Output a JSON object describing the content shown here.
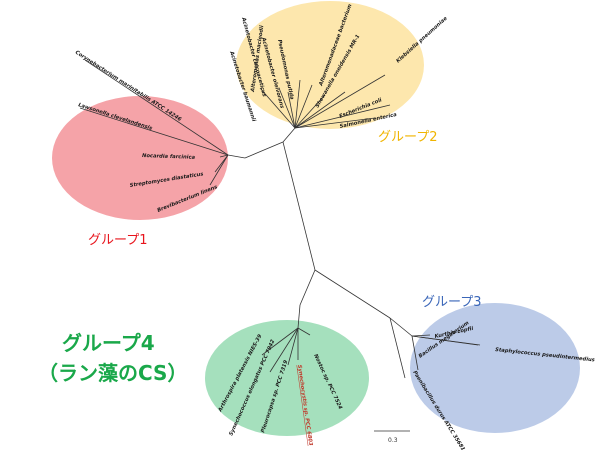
{
  "groups": {
    "g1": {
      "label": "グループ1",
      "color": "#e8141c",
      "fill": "#f5a3a8"
    },
    "g2": {
      "label": "グループ2",
      "color": "#f0b400",
      "fill": "#fde7ad"
    },
    "g3": {
      "label": "グループ3",
      "color": "#3a66b8",
      "fill": "#bccbe8"
    },
    "g4": {
      "label_line1": "グループ4",
      "label_line2": "（ラン藻のCS）",
      "color": "#1aa84a",
      "fill": "#a5e0bd"
    }
  },
  "leaves": {
    "corynebacterium": "Corynebacterium marinitabilis ATCC 14246",
    "lawsonella": "Lawsonella clevelandensis",
    "nocardia": "Nocardia farcinica",
    "streptomyces": "Streptomyces diastaticus",
    "brevibacterium": "Brevibacterium linens",
    "acinetobacter_calco": "Acinetobacter calcoaceticus",
    "acinetobacter_baumannii": "Acinetobacter baumannii",
    "acinetobacter_oleivorans": "Acinetobacter oleivorans",
    "pseudomonas": "Pseudomonas putida",
    "alteromonas": "Alteromonas macleodii",
    "alteromonadaceae": "Alteromonadaceae bacterium",
    "shewanella": "Shewanella oneidensis MR-1",
    "klebsiella": "Klebsiella pneumoniae",
    "escherichia": "Escherichia coli",
    "salmonella": "Salmonella enterica",
    "staphylococcus": "Staphylococcus pseudintermedius",
    "kurthia": "Kurthia zopfii",
    "bacillus": "Bacillus megaterium",
    "paenibacillus": "Paenibacillus durus ATCC 35681",
    "arthrospira": "Arthrospira platensis NIES-39",
    "synechococcus": "Synechococcus elongatus PCC 7942",
    "pleurocapsa": "Pleurocapsa sp. PCC 7319",
    "synechocystis": "Synechocystis sp. PCC 6803",
    "nostoc": "Nostoc sp. PCC 7524"
  },
  "scale": {
    "label": "0.3"
  }
}
